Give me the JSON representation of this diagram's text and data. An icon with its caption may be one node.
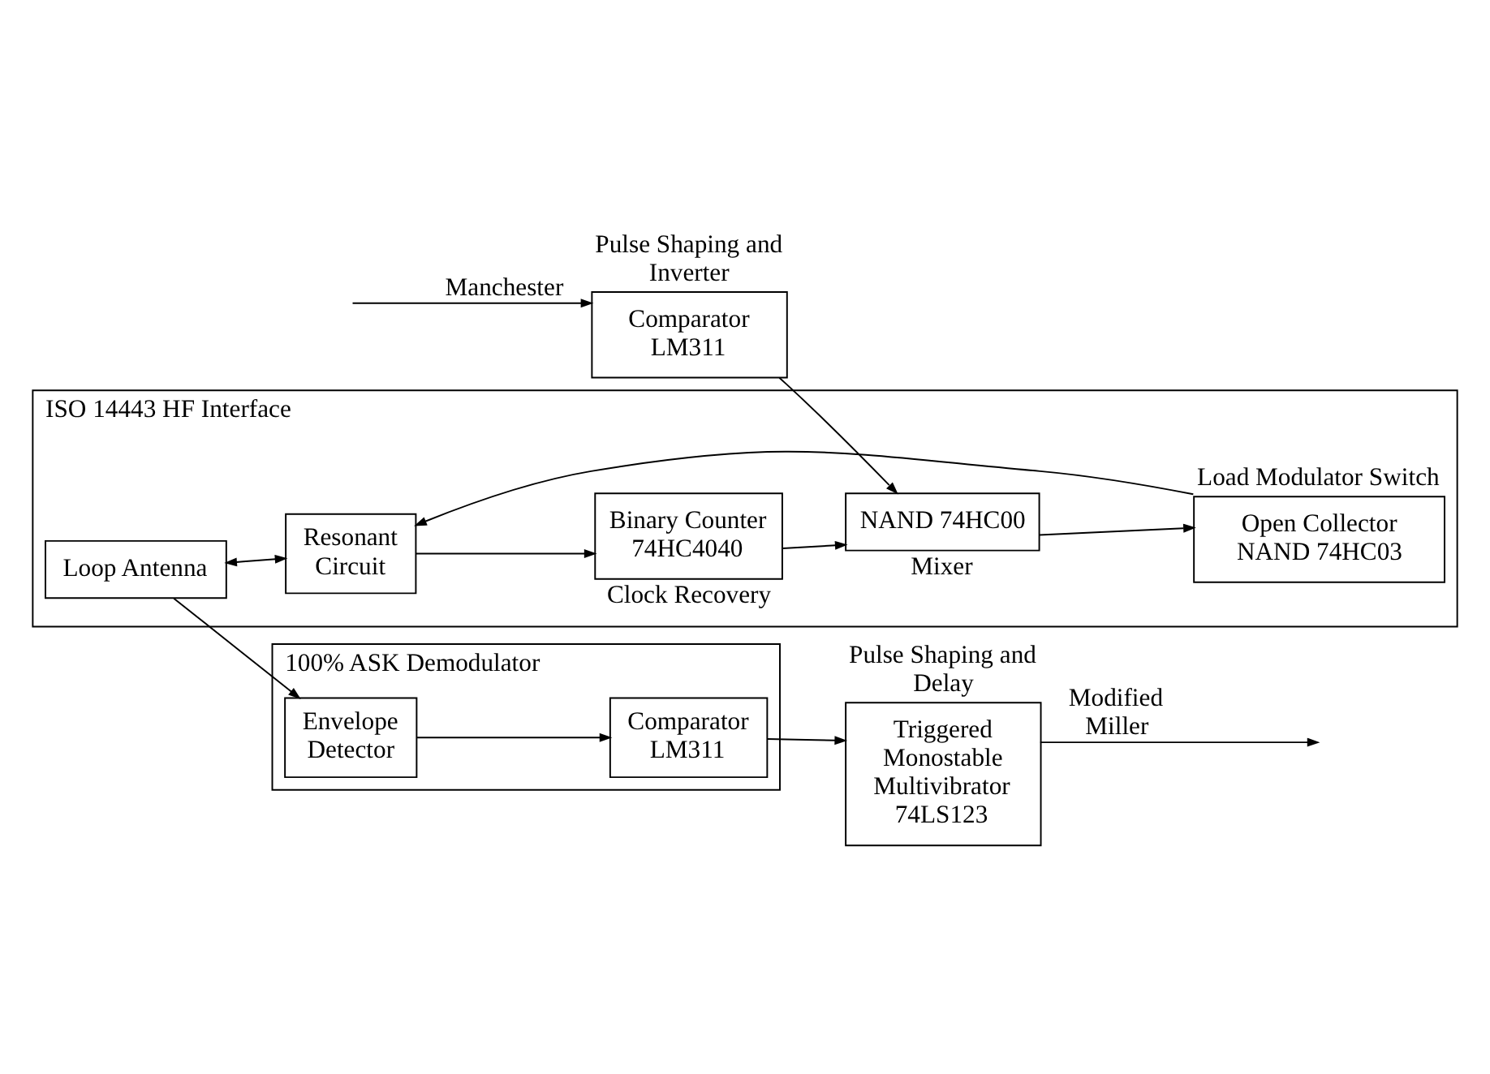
{
  "diagram": {
    "nodes": [
      {
        "text": [
          "100% ASK Demodulator"
        ]
      },
      {
        "text": [
          "Envelope Detector"
        ],
        "in": 0
      },
      {
        "text": [
          "Comparator LM311"
        ],
        "in": 0
      },
      {
        "text": [
          "Triggered Monostable Multivibrator 74LS123"
        ],
        "beside": [
          "Pulse Shaping and Delay"
        ]
      },
      {
        "text": [
          "ISO 14443 HF Interface"
        ]
      },
      {
        "text": [
          "Loop Antenna"
        ],
        "in": 4
      },
      {
        "text": [
          "Resonant Circuit"
        ],
        "in": 4
      },
      {
        "text": [
          "Open Collector NAND 74HC03"
        ],
        "in": 4,
        "beside": [
          "Load Modulator Switch"
        ]
      },
      {
        "text": [
          "Binary Counter 74HC4040"
        ],
        "in": 4,
        "beside": [
          "Clock Recovery"
        ]
      },
      {
        "text": [
          "NAND 74HC00"
        ],
        "in": 4,
        "beside": [
          "Mixer"
        ]
      },
      {
        "text": [
          "Comparator LM311"
        ],
        "beside": [
          "Pulse Shaping and Inverter"
        ]
      }
    ],
    "edges": [
      {
        "from": 1,
        "to": 2,
        "arrow": "to"
      },
      {
        "from": 2,
        "to": 3,
        "arrow": "to"
      },
      {
        "from": 3,
        "to": null,
        "arrow": "to",
        "label": "Modified Miller"
      },
      {
        "from": 5,
        "to": 1,
        "arrow": "to"
      },
      {
        "from": 5,
        "to": 6,
        "arrow": "both"
      },
      {
        "from": 7,
        "to": 6,
        "arrow": "to"
      },
      {
        "from": 6,
        "to": 8,
        "arrow": "to"
      },
      {
        "from": 8,
        "to": 9,
        "arrow": "to"
      },
      {
        "from": 9,
        "to": 7,
        "arrow": "to"
      },
      {
        "from": 10,
        "to": 9,
        "arrow": "to"
      },
      {
        "from": null,
        "to": 10,
        "arrow": "to",
        "label": "Manchester"
      }
    ]
  }
}
